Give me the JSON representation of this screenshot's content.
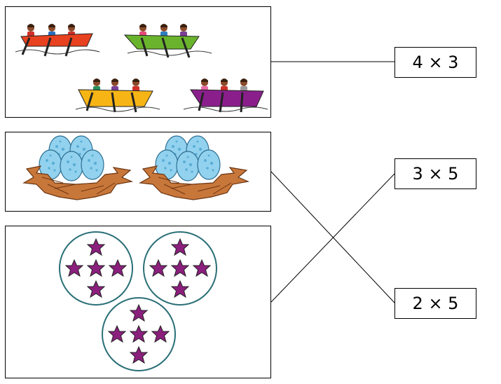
{
  "groups": [
    {
      "id": "boats",
      "icon": "rowing-boat-icon",
      "group_count": 4,
      "items_per_group": 3
    },
    {
      "id": "nests",
      "icon": "bird-nest-icon",
      "group_count": 2,
      "items_per_group": 5
    },
    {
      "id": "stars",
      "icon": "star-icon",
      "group_count": 3,
      "items_per_group": 5
    }
  ],
  "labels": {
    "a": "4 × 3",
    "b": "3 × 5",
    "c": "2 × 5"
  },
  "matches": [
    {
      "group": "boats",
      "label": "a"
    },
    {
      "group": "nests",
      "label": "c"
    },
    {
      "group": "stars",
      "label": "b"
    }
  ],
  "colors": {
    "boat_red": "#e8411f",
    "boat_green": "#6ab42d",
    "boat_yellow": "#f7b515",
    "boat_purple": "#8a1f8c",
    "nest": "#c8773a",
    "egg": "#92d2ef",
    "star": "#8b1f7d",
    "circle_border": "#2a6f77"
  }
}
